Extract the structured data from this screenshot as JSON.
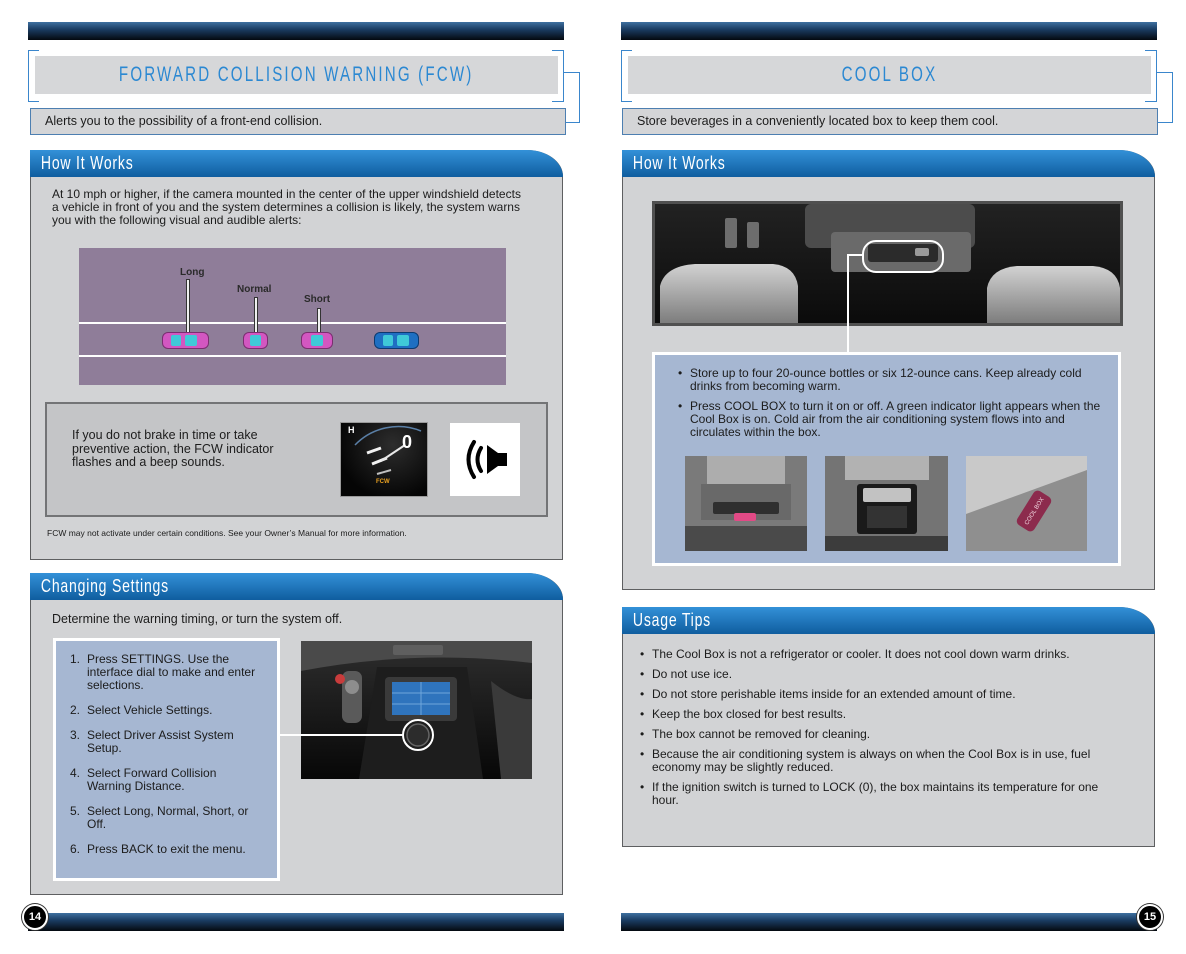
{
  "left_page": {
    "page_number": "14",
    "title": "FORWARD COLLISION WARNING (FCW)",
    "subtitle": "Alerts you to the possibility of a front-end collision.",
    "how_it_works": {
      "heading": "How It Works",
      "intro": "At 10 mph or higher, if the camera mounted in the center of the upper windshield detects a vehicle in front of you and the system determines a collision is likely, the system warns you with the following visual and audible alerts:",
      "timing_labels": [
        "Long",
        "Normal",
        "Short"
      ],
      "alert_text": "If you do not brake in time or take preventive action, the FCW indicator flashes and a beep sounds.",
      "gauge_mark": "H",
      "gauge_numeral": "0",
      "indicator_label": "FCW",
      "note": "FCW may not activate under certain conditions. See your Owner’s Manual for more information."
    },
    "changing_settings": {
      "heading": "Changing Settings",
      "intro": "Determine the warning timing, or turn the system off.",
      "steps": [
        {
          "number": "1.",
          "text": "Press SETTINGS. Use the interface dial to make and enter selections."
        },
        {
          "number": "2.",
          "text": "Select Vehicle Settings."
        },
        {
          "number": "3.",
          "text": "Select Driver Assist System Setup."
        },
        {
          "number": "4.",
          "text": "Select Forward Collision Warning Distance."
        },
        {
          "number": "5.",
          "text": "Select Long, Normal, Short, or Off."
        },
        {
          "number": "6.",
          "text": "Press BACK to exit the menu."
        }
      ]
    }
  },
  "right_page": {
    "page_number": "15",
    "title": "COOL BOX",
    "subtitle": "Store beverages in a conveniently located box to keep them cool.",
    "how_it_works": {
      "heading": "How It Works",
      "bullets": [
        "Store up to four 20-ounce bottles or six 12-ounce cans. Keep already cold drinks from becoming warm.",
        "Press COOL BOX to turn it on or off. A green indicator light appears when the Cool Box is on. Cold air from the air conditioning system flows into and circulates within the box."
      ],
      "button_label": "COOL BOX"
    },
    "usage_tips": {
      "heading": "Usage Tips",
      "bullets": [
        "The Cool Box is not a refrigerator or cooler. It does not cool down warm drinks.",
        "Do not use ice.",
        "Do not store perishable items inside for an extended amount of time.",
        "Keep the box closed for best results.",
        "The box cannot be removed for cleaning.",
        "Because the air conditioning system is always on when the Cool Box is in use, fuel economy may be slightly reduced.",
        "If the ignition switch is turned to LOCK (0), the box maintains its temperature for one hour."
      ]
    }
  },
  "colors": {
    "title_text": "#2b88d2",
    "section_header": "#1a72b8",
    "panel": "#d2d3d5",
    "callout": "#a6b7d2",
    "diagram_road": "#8f7d99",
    "indicator_orange": "#e8a020"
  }
}
